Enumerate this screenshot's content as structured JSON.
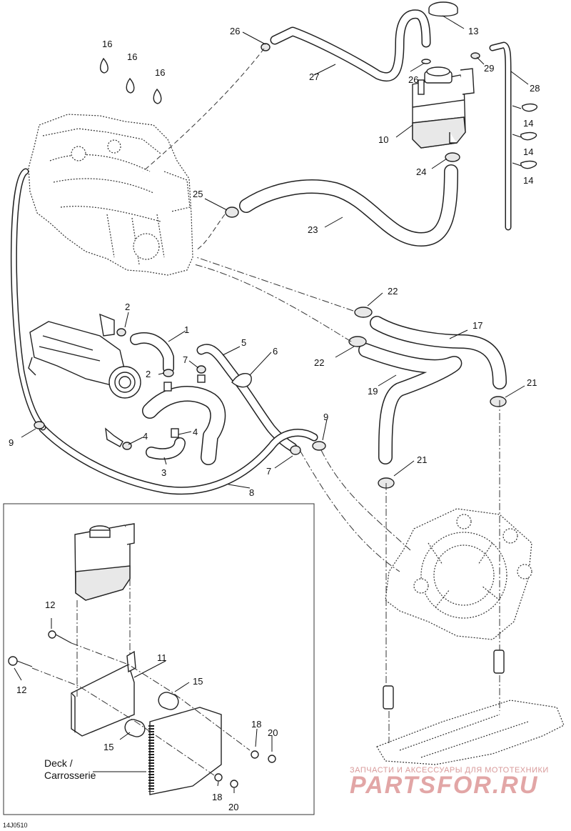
{
  "figure": {
    "reference_code": "14J0510",
    "inset_label_line1": "Deck /",
    "inset_label_line2": "Carrosserie"
  },
  "callouts": [
    {
      "id": "c1",
      "text": "1"
    },
    {
      "id": "c2a",
      "text": "2"
    },
    {
      "id": "c2b",
      "text": "2"
    },
    {
      "id": "c3",
      "text": "3"
    },
    {
      "id": "c4a",
      "text": "4"
    },
    {
      "id": "c4b",
      "text": "4"
    },
    {
      "id": "c5",
      "text": "5"
    },
    {
      "id": "c6",
      "text": "6"
    },
    {
      "id": "c7a",
      "text": "7"
    },
    {
      "id": "c7b",
      "text": "7"
    },
    {
      "id": "c8",
      "text": "8"
    },
    {
      "id": "c9a",
      "text": "9"
    },
    {
      "id": "c9b",
      "text": "9"
    },
    {
      "id": "c10",
      "text": "10"
    },
    {
      "id": "c11",
      "text": "11"
    },
    {
      "id": "c12a",
      "text": "12"
    },
    {
      "id": "c12b",
      "text": "12"
    },
    {
      "id": "c13",
      "text": "13"
    },
    {
      "id": "c14a",
      "text": "14"
    },
    {
      "id": "c14b",
      "text": "14"
    },
    {
      "id": "c14c",
      "text": "14"
    },
    {
      "id": "c15a",
      "text": "15"
    },
    {
      "id": "c15b",
      "text": "15"
    },
    {
      "id": "c16a",
      "text": "16"
    },
    {
      "id": "c16b",
      "text": "16"
    },
    {
      "id": "c16c",
      "text": "16"
    },
    {
      "id": "c17",
      "text": "17"
    },
    {
      "id": "c18a",
      "text": "18"
    },
    {
      "id": "c18b",
      "text": "18"
    },
    {
      "id": "c19",
      "text": "19"
    },
    {
      "id": "c20a",
      "text": "20"
    },
    {
      "id": "c20b",
      "text": "20"
    },
    {
      "id": "c21a",
      "text": "21"
    },
    {
      "id": "c21b",
      "text": "21"
    },
    {
      "id": "c22a",
      "text": "22"
    },
    {
      "id": "c22b",
      "text": "22"
    },
    {
      "id": "c23",
      "text": "23"
    },
    {
      "id": "c24",
      "text": "24"
    },
    {
      "id": "c25",
      "text": "25"
    },
    {
      "id": "c26a",
      "text": "26"
    },
    {
      "id": "c26b",
      "text": "26"
    },
    {
      "id": "c27",
      "text": "27"
    },
    {
      "id": "c28",
      "text": "28"
    },
    {
      "id": "c29",
      "text": "29"
    }
  ],
  "watermark": {
    "line1": "ЗАПЧАСТИ И АКСЕССУАРЫ ДЛЯ МОТОТЕХНИКИ",
    "line2": "PARTSFOR.RU"
  }
}
